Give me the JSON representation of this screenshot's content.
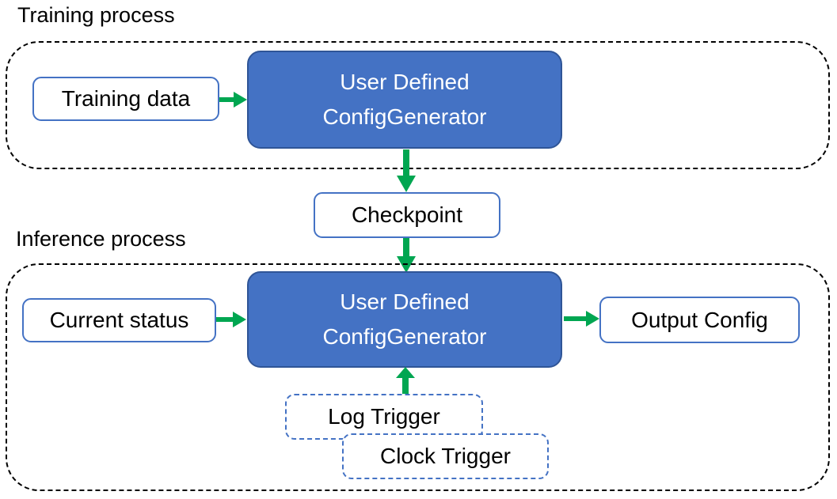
{
  "colors": {
    "bg": "#ffffff",
    "blue_fill": "#4472C4",
    "blue_border": "#2F5597",
    "box_border": "#4472C4",
    "arrow_green": "#00A651",
    "container_border": "#000000",
    "text_dark": "#000000",
    "text_light": "#FFFFFF"
  },
  "training": {
    "title": "Training process",
    "input_label": "Training data",
    "generator": {
      "line1": "User Defined",
      "line2": "ConfigGenerator"
    }
  },
  "checkpoint_label": "Checkpoint",
  "inference": {
    "title": "Inference process",
    "input_label": "Current status",
    "generator": {
      "line1": "User Defined",
      "line2": "ConfigGenerator"
    },
    "output_label": "Output Config",
    "triggers": {
      "log": "Log Trigger",
      "clock": "Clock Trigger"
    }
  },
  "edges": [
    {
      "from": "Training data",
      "to": "User Defined ConfigGenerator (training)"
    },
    {
      "from": "User Defined ConfigGenerator (training)",
      "to": "Checkpoint"
    },
    {
      "from": "Checkpoint",
      "to": "User Defined ConfigGenerator (inference)"
    },
    {
      "from": "Current status",
      "to": "User Defined ConfigGenerator (inference)"
    },
    {
      "from": "User Defined ConfigGenerator (inference)",
      "to": "Output Config"
    },
    {
      "from": "Log Trigger / Clock Trigger",
      "to": "User Defined ConfigGenerator (inference)"
    }
  ]
}
